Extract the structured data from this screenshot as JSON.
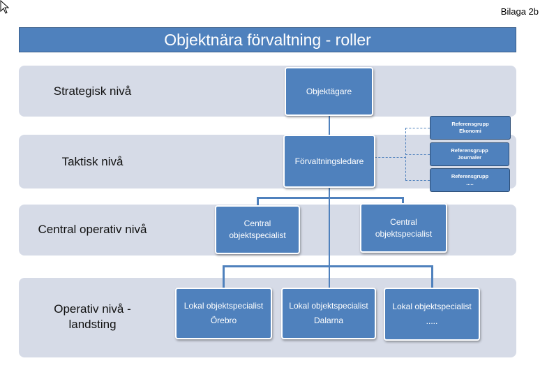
{
  "header": {
    "appendix_label": "Bilaga 2b",
    "title": "Objektnära förvaltning - roller"
  },
  "levels": [
    {
      "label": "Strategisk nivå"
    },
    {
      "label": "Taktisk nivå"
    },
    {
      "label": "Central operativ nivå"
    },
    {
      "label": "Operativ nivå -",
      "label_line2": "landsting"
    }
  ],
  "roles": {
    "owner": {
      "label": "Objektägare"
    },
    "manager": {
      "label": "Förvaltningsledare"
    },
    "central": [
      {
        "line1": "Central",
        "line2": "objektspecialist"
      },
      {
        "line1": "Central",
        "line2": "objektspecialist"
      }
    ],
    "local": [
      {
        "line1": "Lokal objektspecialist",
        "line2": "Örebro"
      },
      {
        "line1": "Lokal objektspecialist",
        "line2": "Dalarna"
      },
      {
        "line1": "Lokal objektspecialist",
        "line2": "....."
      }
    ]
  },
  "reference_groups": [
    {
      "line1": "Referensgrupp",
      "line2": "Ekonomi"
    },
    {
      "line1": "Referensgrupp",
      "line2": "Journaler"
    },
    {
      "line1": "Referensgrupp",
      "line2": "....."
    }
  ],
  "colors": {
    "box_fill": "#4f81bd",
    "band_fill": "#d6dbe7",
    "title_fill": "#4f81bd"
  },
  "icons": {
    "cursor": "mouse-pointer-icon"
  }
}
